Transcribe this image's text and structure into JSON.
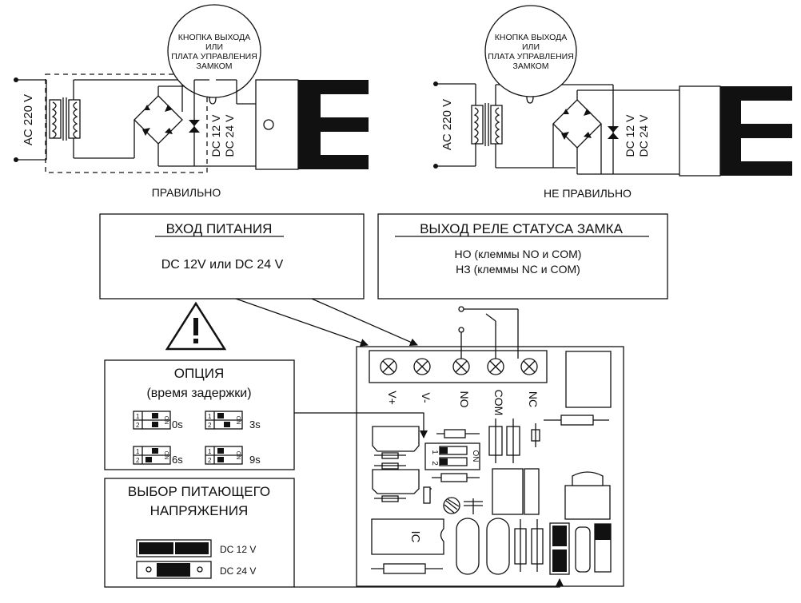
{
  "diagram": {
    "left_schematic": {
      "button_label": [
        "КНОПКА ВЫХОДА",
        "ИЛИ",
        "ПЛАТА УПРАВЛЕНИЯ",
        "ЗАМКОМ"
      ],
      "ac_label": "AC 220 V",
      "dc_label_1": "DC 12 V",
      "dc_label_2": "DC 24 V",
      "caption": "ПРАВИЛЬНО"
    },
    "right_schematic": {
      "button_label": [
        "КНОПКА ВЫХОДА",
        "ИЛИ",
        "ПЛАТА УПРАВЛЕНИЯ",
        "ЗАМКОМ"
      ],
      "ac_label": "AC 220 V",
      "dc_label_1": "DC 12 V",
      "dc_label_2": "DC 24 V",
      "caption": "НЕ ПРАВИЛЬНО"
    },
    "power_input": {
      "title": "ВХОД ПИТАНИЯ",
      "text": "DC 12V или DC 24 V"
    },
    "relay_output": {
      "title": "ВЫХОД РЕЛЕ СТАТУСА ЗАМКА",
      "line1": "НО (клеммы NO и COM)",
      "line2": "НЗ (клеммы NC и COM)"
    },
    "option_box": {
      "title": "ОПЦИЯ",
      "subtitle": "(время задержки)",
      "settings": [
        "0s",
        "3s",
        "6s",
        "9s"
      ],
      "dip_numbers": [
        "1",
        "2"
      ],
      "dip_on": "ON"
    },
    "voltage_box": {
      "title_line1": "ВЫБОР ПИТАЮЩЕГО",
      "title_line2": "НАПРЯЖЕНИЯ",
      "option1": "DC 12 V",
      "option2": "DC 24 V"
    },
    "terminals": [
      "V+",
      "V-",
      "NO",
      "COM",
      "NC"
    ],
    "board": {
      "dip_numbers": [
        "1",
        "2"
      ],
      "dip_on": "ON",
      "ic_label": "IC"
    }
  }
}
